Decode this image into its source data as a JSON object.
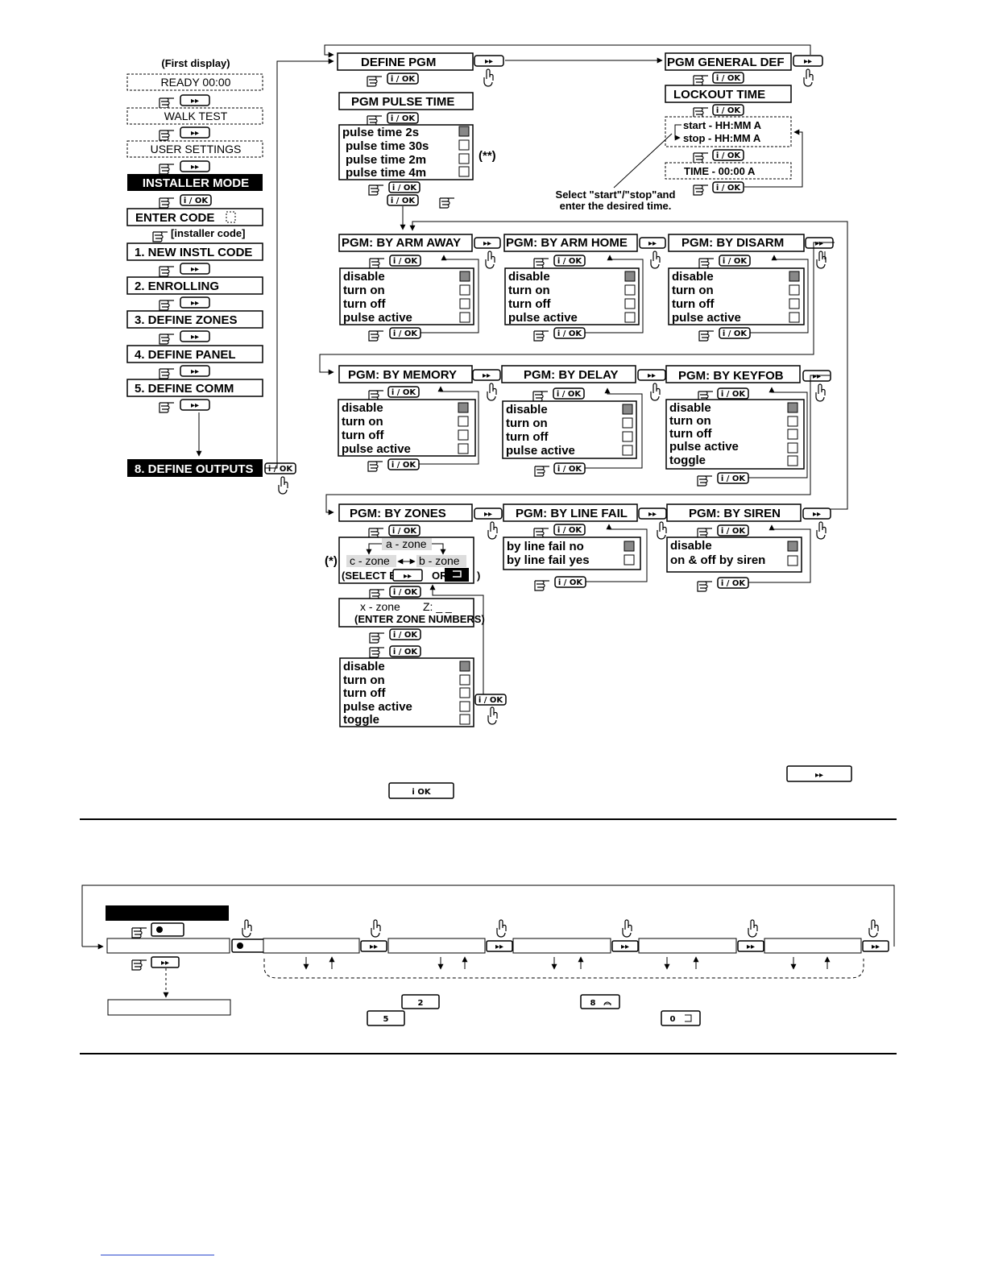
{
  "left_column": {
    "first_display": "(First display)",
    "items": [
      "READY 00:00",
      "WALK TEST",
      "USER SETTINGS",
      "INSTALLER MODE",
      "ENTER CODE",
      "[installer code]",
      "1. NEW INSTL CODE",
      "2. ENROLLING",
      "3. DEFINE ZONES",
      "4. DEFINE PANEL",
      "5. DEFINE COMM",
      "8. DEFINE OUTPUTS"
    ]
  },
  "top": {
    "define_pgm": "DEFINE PGM",
    "pgm_general_def": "PGM GENERAL DEF",
    "pgm_pulse_time": "PGM PULSE TIME",
    "pulse_options": [
      "pulse time 2s",
      "pulse time 30s",
      "pulse time 2m",
      "pulse time 4m"
    ],
    "double_star": "(**)",
    "lockout_time": "LOCKOUT TIME",
    "start": "start - HH:MM A",
    "stop": "stop - HH:MM A",
    "time": "TIME -   00:00 A",
    "select_note_1": "Select \"start\"/\"stop\"and",
    "select_note_2": "enter the desired time."
  },
  "pgm_boxes": {
    "arm_away": "PGM: BY ARM AWAY",
    "arm_home": "PGM: BY ARM HOME",
    "disarm": "PGM: BY DISARM",
    "memory": "PGM: BY MEMORY",
    "delay": "PGM: BY DELAY",
    "keyfob": "PGM: BY KEYFOB",
    "zones": "PGM: BY ZONES",
    "line_fail": "PGM: BY LINE FAIL",
    "siren": "PGM: BY SIREN"
  },
  "options": {
    "std4": [
      "disable",
      "turn on",
      "turn off",
      "pulse active"
    ],
    "std5": [
      "disable",
      "turn on",
      "turn off",
      "pulse active",
      "toggle"
    ],
    "line_fail": [
      "by line fail no",
      "by line fail yes"
    ],
    "siren": [
      "disable",
      "on & off by siren"
    ]
  },
  "zones_detail": {
    "a_zone": "a - zone",
    "c_zone": "c - zone",
    "b_zone": "b - zone",
    "star": "(*)",
    "select_by": "(SELECT BY",
    "or": "OR",
    "close_paren": ")",
    "x_zone": "x - zone",
    "z_label": "Z: _ _",
    "enter_zone_numbers": "(ENTER ZONE NUMBERS)"
  },
  "buttons": {
    "next": "▸▸",
    "ok": "i / OK",
    "ok_legend": "i OK",
    "key_2": "2",
    "key_5": "5",
    "key_8": "8",
    "key_0": "0"
  }
}
